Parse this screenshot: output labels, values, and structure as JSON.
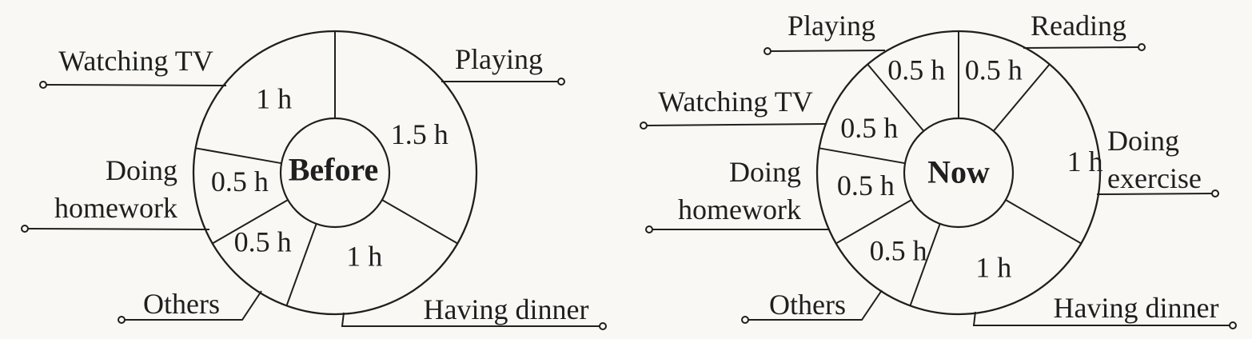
{
  "page": {
    "background": "#f9f8f4",
    "ink": "#1f1f1f"
  },
  "chart_data": [
    {
      "type": "pie",
      "variant": "donut",
      "id": "before",
      "center_label": "Before",
      "layout_hint": "segments drawn clockwise starting at 12 o'clock; values labeled inside ring; activity names outside with leader lines",
      "segments": [
        {
          "label": "Playing",
          "value": 1.5,
          "value_label": "1.5 h"
        },
        {
          "label": "Having dinner",
          "value": 1,
          "value_label": "1 h"
        },
        {
          "label": "Others",
          "value": 0.5,
          "value_label": "0.5 h"
        },
        {
          "label": "Doing homework",
          "value": 0.5,
          "value_label": "0.5 h"
        },
        {
          "label": "Watching TV",
          "value": 1,
          "value_label": "1 h"
        }
      ]
    },
    {
      "type": "pie",
      "variant": "donut",
      "id": "now",
      "center_label": "Now",
      "layout_hint": "segments drawn clockwise starting at 12 o'clock; values labeled inside ring; activity names outside with leader lines",
      "segments": [
        {
          "label": "Reading",
          "value": 0.5,
          "value_label": "0.5 h"
        },
        {
          "label": "Doing exercise",
          "value": 1,
          "value_label": "1 h"
        },
        {
          "label": "Having dinner",
          "value": 1,
          "value_label": "1 h"
        },
        {
          "label": "Others",
          "value": 0.5,
          "value_label": "0.5 h"
        },
        {
          "label": "Doing homework",
          "value": 0.5,
          "value_label": "0.5 h"
        },
        {
          "label": "Watching TV",
          "value": 0.5,
          "value_label": "0.5 h"
        },
        {
          "label": "Playing",
          "value": 0.5,
          "value_label": "0.5 h"
        }
      ]
    }
  ]
}
